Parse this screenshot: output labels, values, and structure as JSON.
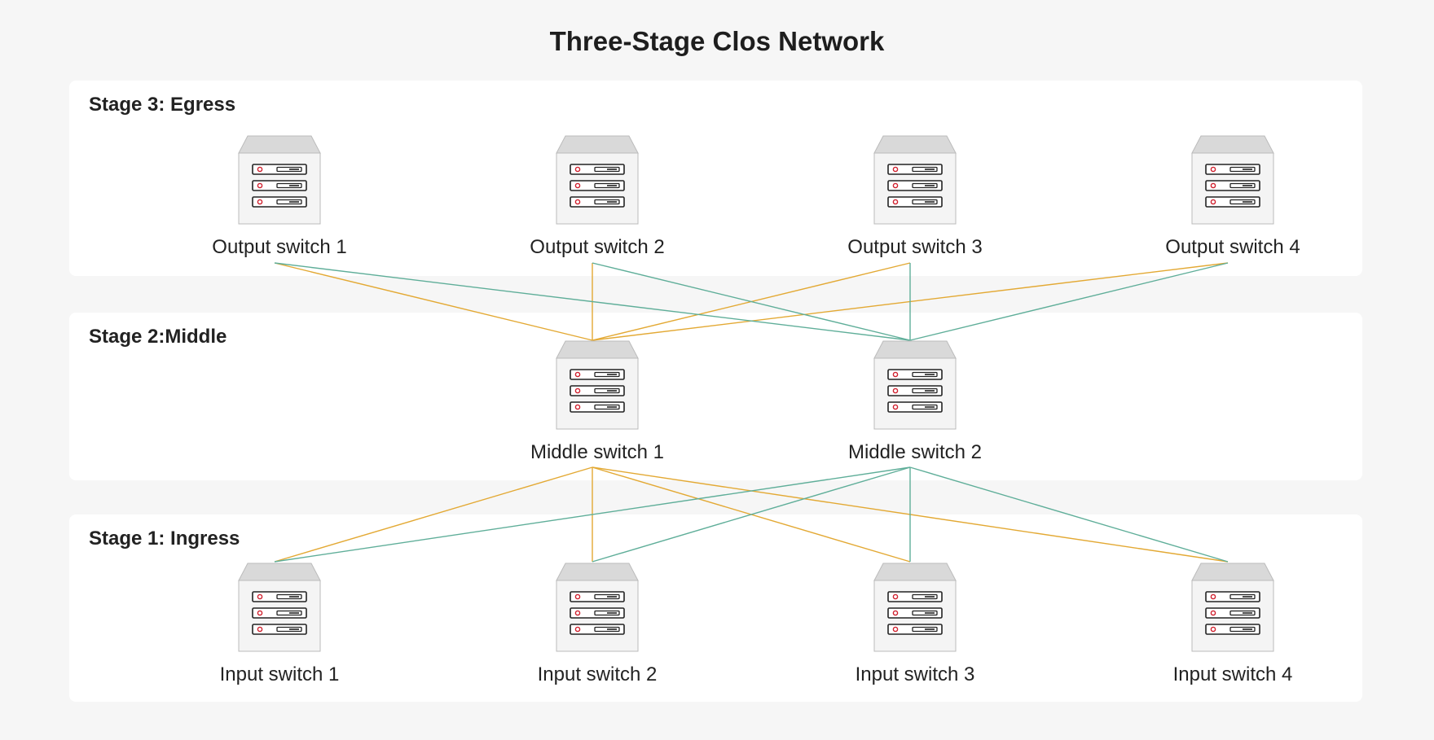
{
  "title": "Three-Stage Clos Network",
  "stages": {
    "egress": "Stage 3: Egress",
    "middle": "Stage 2:Middle",
    "ingress": "Stage 1: Ingress"
  },
  "nodes": {
    "output": [
      "Output switch 1",
      "Output switch 2",
      "Output switch 3",
      "Output switch 4"
    ],
    "middle": [
      "Middle switch 1",
      "Middle switch 2"
    ],
    "input": [
      "Input switch 1",
      "Input switch 2",
      "Input switch 3",
      "Input switch 4"
    ]
  },
  "node_icon": "server-rack-icon",
  "colors": {
    "middle_switch_1_links": "#e3a934",
    "middle_switch_2_links": "#5fae99",
    "panel": "#ffffff",
    "background": "#f6f6f6",
    "led": "#d0202e"
  },
  "links": [
    {
      "from": "Middle switch 1",
      "to": "Output switch 1"
    },
    {
      "from": "Middle switch 1",
      "to": "Output switch 2"
    },
    {
      "from": "Middle switch 1",
      "to": "Output switch 3"
    },
    {
      "from": "Middle switch 1",
      "to": "Output switch 4"
    },
    {
      "from": "Middle switch 2",
      "to": "Output switch 1"
    },
    {
      "from": "Middle switch 2",
      "to": "Output switch 2"
    },
    {
      "from": "Middle switch 2",
      "to": "Output switch 3"
    },
    {
      "from": "Middle switch 2",
      "to": "Output switch 4"
    },
    {
      "from": "Middle switch 1",
      "to": "Input switch 1"
    },
    {
      "from": "Middle switch 1",
      "to": "Input switch 2"
    },
    {
      "from": "Middle switch 1",
      "to": "Input switch 3"
    },
    {
      "from": "Middle switch 1",
      "to": "Input switch 4"
    },
    {
      "from": "Middle switch 2",
      "to": "Input switch 1"
    },
    {
      "from": "Middle switch 2",
      "to": "Input switch 2"
    },
    {
      "from": "Middle switch 2",
      "to": "Input switch 3"
    },
    {
      "from": "Middle switch 2",
      "to": "Input switch 4"
    }
  ]
}
